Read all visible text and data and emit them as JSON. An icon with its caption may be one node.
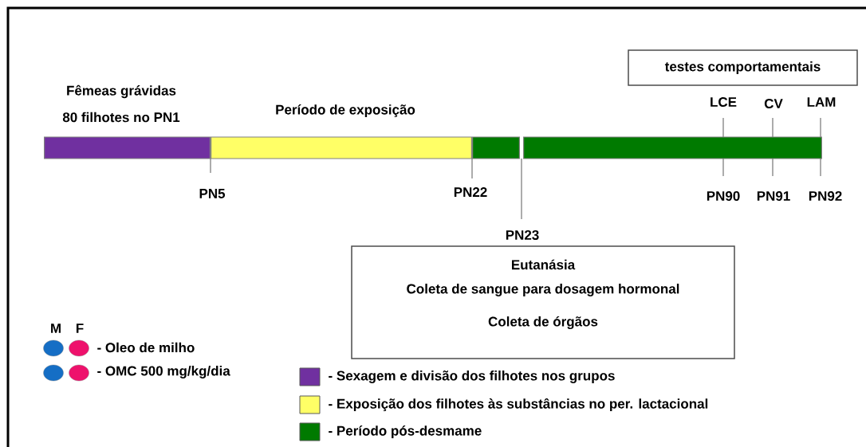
{
  "diagram": {
    "nodes": [
      {
        "text": [],
        "shape": "bar"
      },
      {
        "text": [],
        "shape": "bar"
      },
      {
        "text": [],
        "shape": "bar"
      },
      {
        "text": [],
        "shape": "bar"
      },
      {
        "text": [
          "testes comportamentais"
        ]
      },
      {
        "text": [
          "Eutanásia",
          "Coleta de sangue para dosagem hormonal",
          "Coleta de órgãos"
        ]
      }
    ],
    "labels": [
      "Fêmeas grávidas",
      "80 filhotes no PN1",
      "Período de exposição",
      "LCE",
      "CV",
      "LAM",
      "PN5",
      "PN22",
      "PN90",
      "PN91",
      "PN92",
      "PN23",
      "M",
      "F"
    ],
    "legend": [
      {
        "text": "- Oleo de milho"
      },
      {
        "text": "- OMC 500 mg/kg/dia"
      },
      {
        "text": "- Sexagem e divisão dos filhotes nos grupos",
        "color": "#7030a0"
      },
      {
        "text": "- Exposição dos filhotes às substâncias no per. lactacional",
        "color": "#ffff66"
      },
      {
        "text": "- Período pós-desmame",
        "color": "#007a00"
      }
    ]
  }
}
